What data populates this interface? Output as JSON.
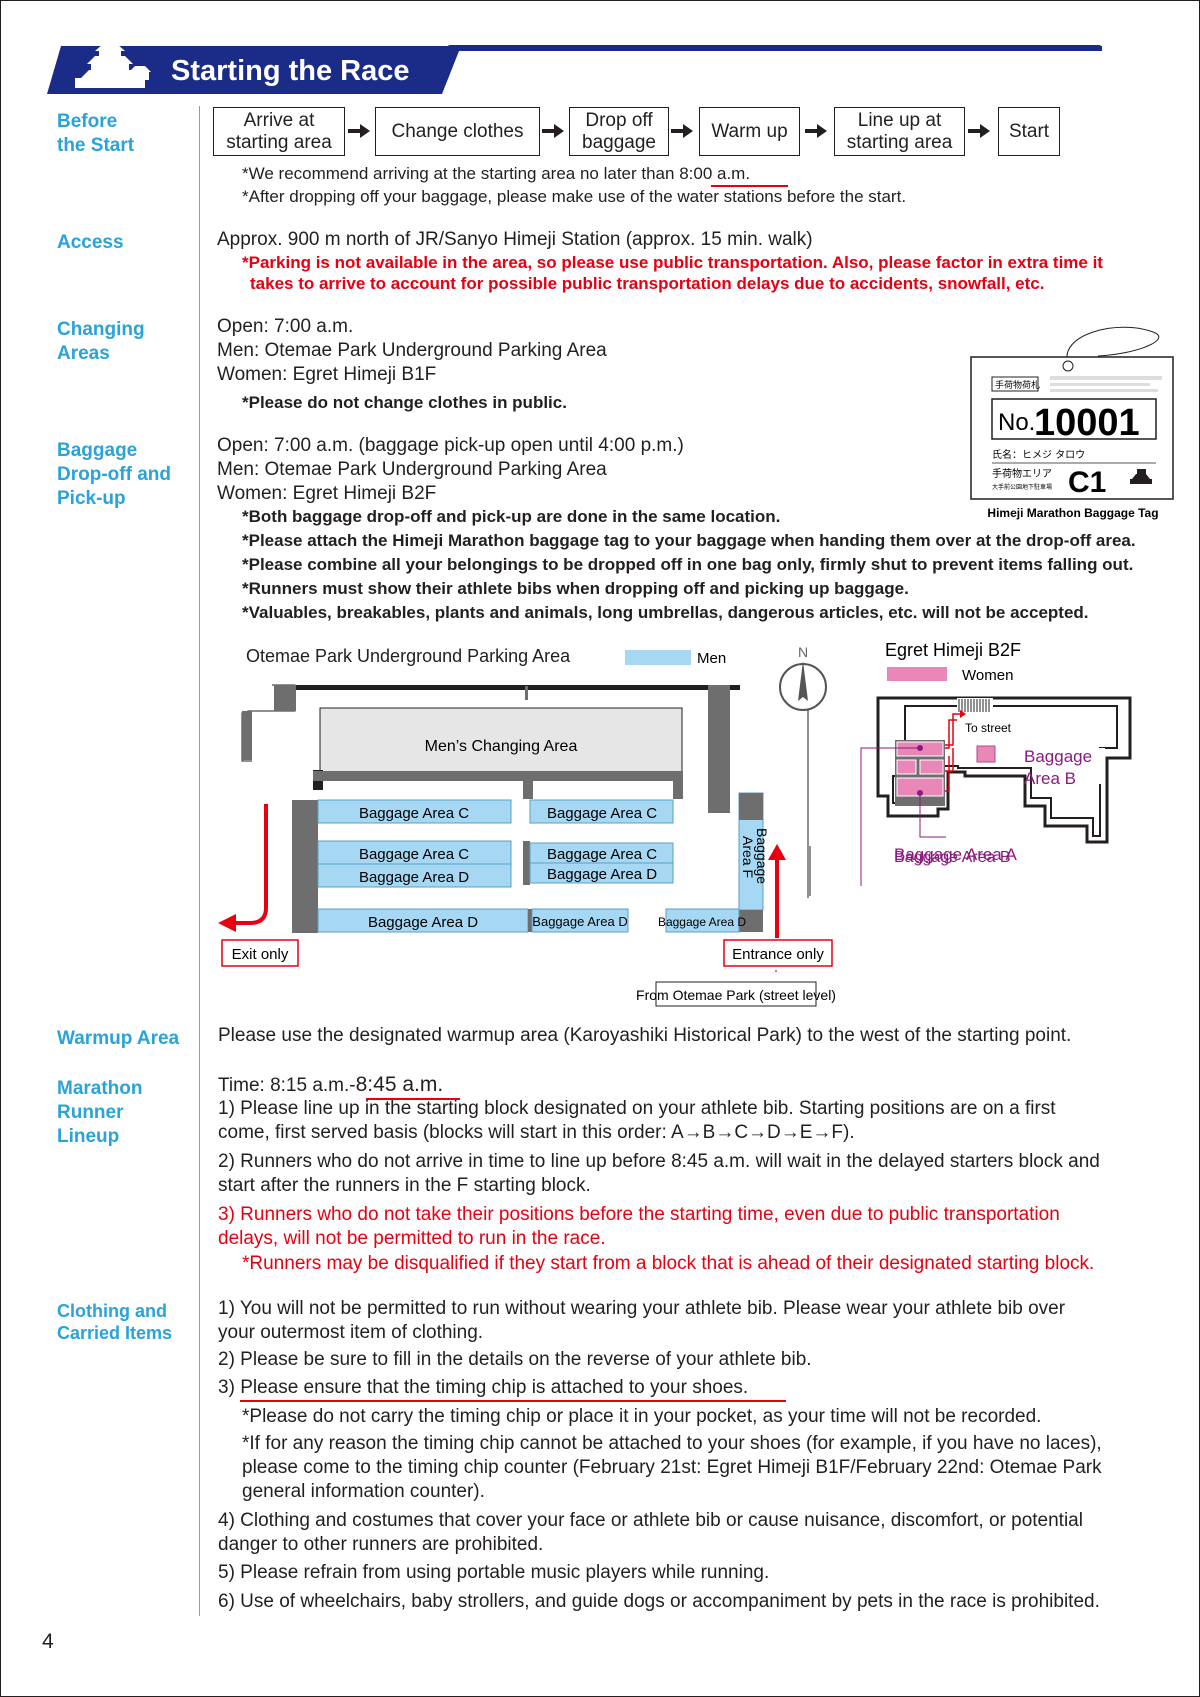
{
  "header": {
    "title": "Starting the Race",
    "color": "#1a2b88"
  },
  "labels": {
    "before_start": "Before\nthe Start",
    "access": "Access",
    "changing": "Changing\nAreas",
    "baggage": "Baggage\nDrop-off and\nPick-up",
    "warmup": "Warmup Area",
    "lineup": "Marathon\nRunner\nLineup",
    "clothing": "Clothing and\nCarried Items"
  },
  "flow": {
    "steps": [
      "Arrive at\nstarting area",
      "Change clothes",
      "Drop off\nbaggage",
      "Warm up",
      "Line up at\nstarting area",
      "Start"
    ]
  },
  "before": {
    "note1_prefix": "*We recommend arriving at the starting area no later than ",
    "note1_time": "8:00 a.m.",
    "note2": "*After dropping off your baggage, please make use of the water stations before the start."
  },
  "access": {
    "main": "Approx. 900 m north of JR/Sanyo Himeji Station (approx. 15 min. walk)",
    "warn1": "*Parking is not available in the area, so please use public transportation. Also, please factor in extra time it",
    "warn2": "takes to arrive to account for possible public transportation delays due to accidents, snowfall, etc."
  },
  "changing": {
    "open": "Open: 7:00 a.m.",
    "men": "Men: Otemae Park Underground Parking Area",
    "women": "Women: Egret Himeji B1F",
    "note": "*Please do not change clothes in public."
  },
  "baggage": {
    "open": "Open: 7:00 a.m. (baggage pick-up open until 4:00 p.m.)",
    "men": "Men: Otemae Park Underground Parking Area",
    "women": "Women: Egret Himeji B2F",
    "notes": [
      "*Both baggage drop-off and pick-up are done in the same location.",
      "*Please attach the Himeji Marathon baggage tag to your baggage when handing them over at the drop-off area.",
      "*Please combine all your belongings to be dropped off in one bag only, firmly shut to prevent items falling out.",
      "*Runners must show their athlete bibs when dropping off and picking up baggage.",
      "*Valuables, breakables, plants and animals, long umbrellas, dangerous articles, etc. will not be accepted."
    ]
  },
  "tag": {
    "title": "手荷物荷札",
    "no_label": "No.",
    "number": "10001",
    "name": "氏名：ヒメジ タロウ",
    "area_label": "手荷物エリア",
    "area_sub": "大手前公園地下駐車場",
    "area_code": "C1",
    "caption": "Himeji Marathon Baggage Tag"
  },
  "map_men": {
    "title": "Otemae Park Underground Parking Area",
    "legend": "Men",
    "changing": "Men’s Changing Area",
    "area_c": "Baggage Area C",
    "area_d": "Baggage Area D",
    "area_f": "Baggage\nArea F",
    "exit": "Exit only",
    "entrance": "Entrance only",
    "from": "From Otemae Park (street level)",
    "compass": "N",
    "men_color": "#a6d8f3",
    "women_color": "#e887b8"
  },
  "map_women": {
    "title": "Egret Himeji B2F",
    "legend": "Women",
    "street": "To street",
    "area_a": "Baggage Area A",
    "area_b": "Baggage Area B",
    "area_b_right": "Baggage\nArea B"
  },
  "warmup": {
    "text": "Please use the designated warmup area (Karoyashiki Historical Park) to the west of the starting point."
  },
  "lineup": {
    "time_prefix": "Time: 8:15 a.m.-",
    "time_end": "8:45 a.m.",
    "item1": "1) Please line up in the starting block designated on your athlete bib. Starting positions are on a first\n    come, first served basis (blocks will start in this order: A→B→C→D→E→F).",
    "item2": "2) Runners who do not arrive in time to line up before 8:45 a.m. will wait in the delayed starters block and\n    start after the runners in the F starting block.",
    "item3": "3) Runners who do not take their positions before the starting time, even due to public transportation\n    delays, will not be permitted to run in the race.",
    "item3_note": "*Runners may be disqualified if they start from a block that is ahead of their designated starting block."
  },
  "clothing": {
    "item1": "1) You will not be permitted to run without wearing your athlete bib. Please wear your athlete bib over\n    your outermost item of clothing.",
    "item2": "2) Please be sure to fill in the details on the reverse of your athlete bib.",
    "item3_prefix": "3) ",
    "item3_text": "Please ensure that the timing chip is attached to your shoes.",
    "note1": "*Please do not carry the timing chip or place it in your pocket, as your time will not be recorded.",
    "note2": "*If for any reason the timing chip cannot be attached to your shoes (for example, if you have no laces),\n  please come to the timing chip counter (February 21st: Egret Himeji B1F/February 22nd: Otemae Park\n  general information counter).",
    "item4": "4) Clothing and costumes that cover your face or athlete bib or cause nuisance, discomfort, or potential\n    danger to other runners are prohibited.",
    "item5": "5) Please refrain from using portable music players while running.",
    "item6": "6) Use of wheelchairs, baby strollers, and guide dogs or accompaniment by pets in the race is prohibited."
  },
  "page_number": "4"
}
